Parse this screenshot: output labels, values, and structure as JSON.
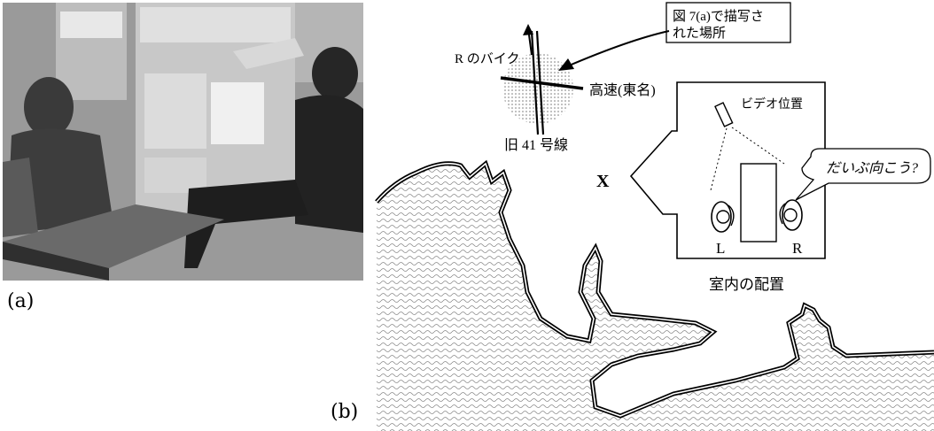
{
  "captions": {
    "a": "(a)",
    "b": "(b)"
  },
  "map": {
    "callout": [
      "図 7(a)で描写さ",
      "れた場所"
    ],
    "road_r_bike": "R のバイク",
    "highway": "高速(東名)",
    "old_route": "旧 41 号線"
  },
  "room": {
    "video_label": "ビデオ位置",
    "speech": "だいぶ向こう?",
    "direction": "X",
    "left": "L",
    "right": "R",
    "caption": "室内の配置"
  },
  "colors": {
    "ink": "#000000",
    "paper": "#ffffff",
    "photo_dark": "#2a2a2a"
  }
}
